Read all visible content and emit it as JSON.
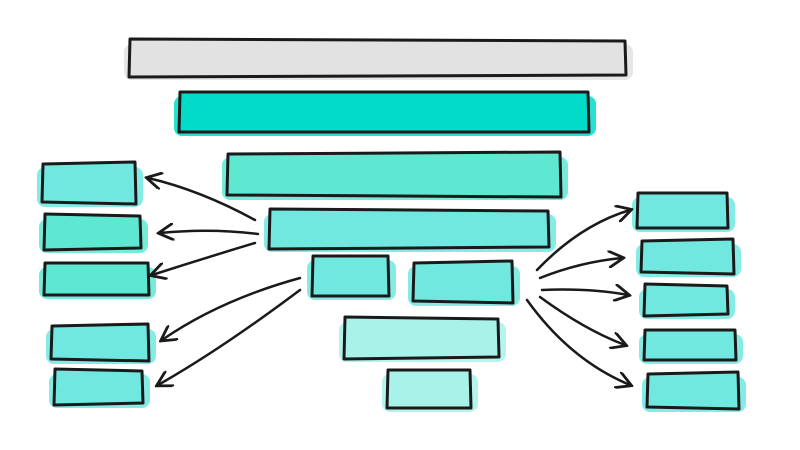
{
  "colors": {
    "stroke": "#1a1a1a",
    "gray": "#e2e2e2",
    "teal_strong": "#00dcc8",
    "teal_mid": "#5ee8d2",
    "teal_light": "#70e8e0",
    "teal_pale": "#a8f2ea",
    "background": "#ffffff"
  },
  "diagram": {
    "central_stack_count": 8,
    "left_box_count": 5,
    "right_box_count": 5,
    "left_arrow_count": 5,
    "right_arrow_count": 5
  }
}
